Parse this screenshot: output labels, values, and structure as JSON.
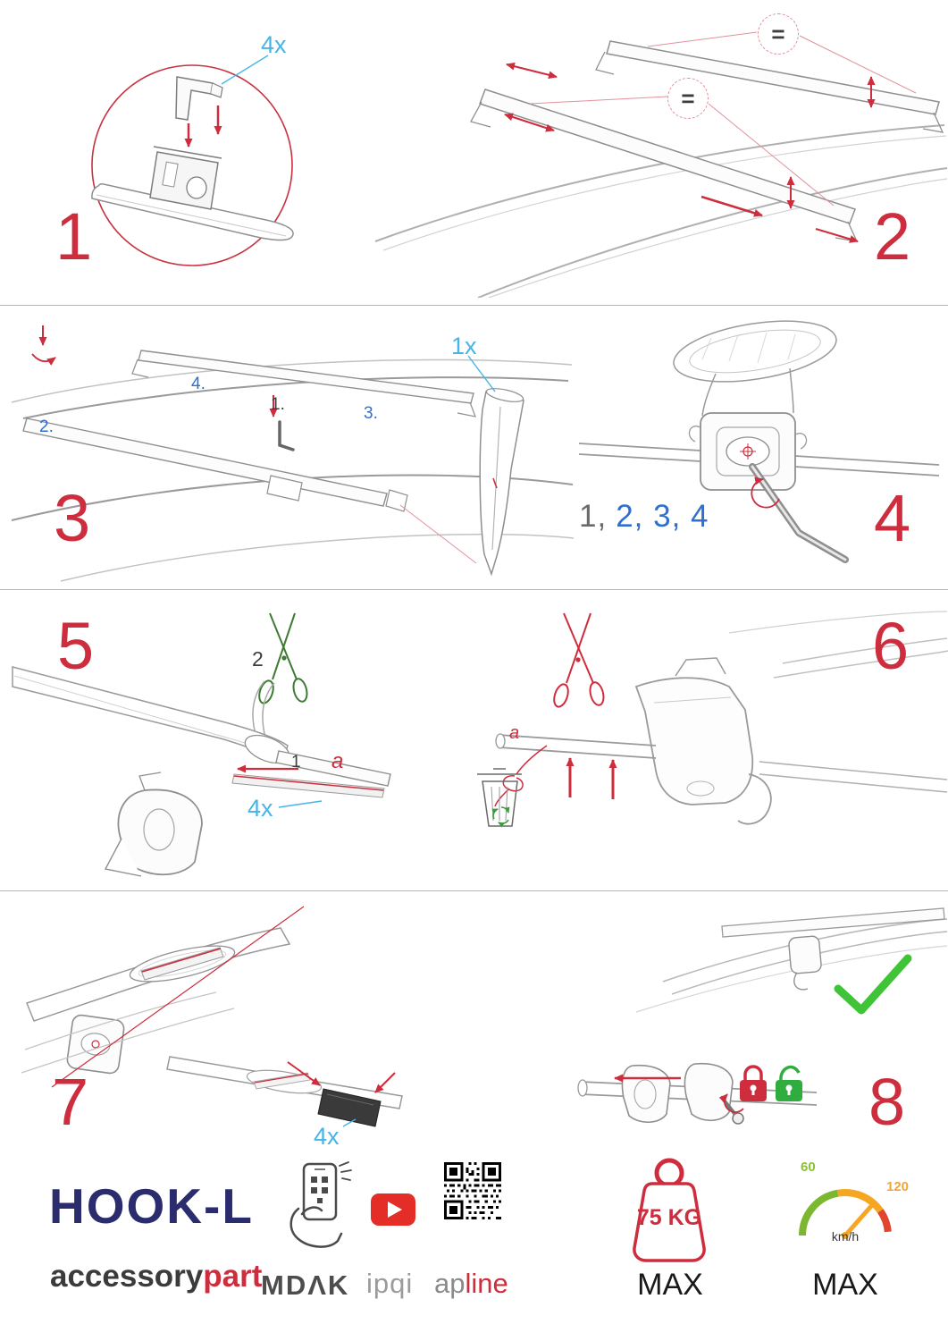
{
  "colors": {
    "step_number_red": "#ce2d3e",
    "quantity_blue": "#45b5e8",
    "sequence_blue": "#2e6fd0",
    "product_navy": "#2b2c6e",
    "brand_red": "#ce2d3e",
    "check_green": "#3fc337",
    "lock_red": "#ce2d3e",
    "unlock_green": "#2fae3f"
  },
  "steps": {
    "step1": {
      "number": "1",
      "quantity": "4x"
    },
    "step2": {
      "number": "2",
      "equal_sign": "="
    },
    "step3": {
      "number": "3",
      "quantity": "1x",
      "sub1": "1.",
      "sub2": "2.",
      "sub3": "3.",
      "sub4": "4."
    },
    "step4": {
      "number": "4",
      "sequence_done": "1,",
      "sequence_remaining": "2, 3, 4"
    },
    "step5": {
      "number": "5",
      "cut_label": "2",
      "strap_label": "1",
      "strap_letter": "a",
      "quantity": "4x"
    },
    "step6": {
      "number": "6",
      "strap_letter": "a"
    },
    "step7": {
      "number": "7",
      "quantity": "4x"
    },
    "step8": {
      "number": "8"
    }
  },
  "footer": {
    "product_name": "HOOK-L",
    "brand_name_dark": "accessory",
    "brand_name_red": "part",
    "partner_mdak": "MDΛK",
    "partner_ipqi": "ipqi",
    "partner_apline_gray": "ap",
    "partner_apline_red": "line",
    "max_load": "75 KG",
    "max_load_label": "MAX",
    "speed_low": "60",
    "speed_high": "120",
    "speed_unit": "km/h",
    "speed_max_label": "MAX"
  }
}
